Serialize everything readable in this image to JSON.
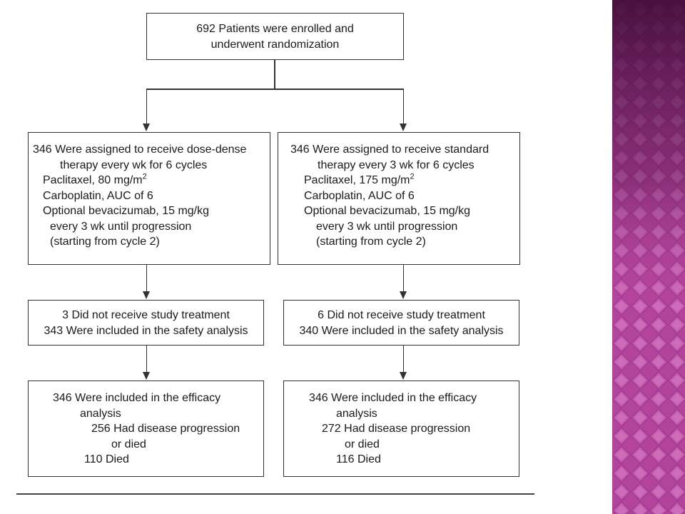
{
  "flow": {
    "enrollment": {
      "lines": [
        "692 Patients were enrolled and",
        "underwent randomization"
      ]
    },
    "dose_dense": {
      "assigned": {
        "lines": [
          "346 Were assigned to receive dose-dense",
          "therapy every wk for 6 cycles",
          "Paclitaxel, 80 mg/m",
          "Carboplatin, AUC of 6",
          "Optional bevacizumab, 15 mg/kg",
          "every 3 wk until progression",
          "(starting from cycle 2)"
        ],
        "superscript": "2"
      },
      "safety": {
        "lines": [
          "3 Did not receive study treatment",
          "343 Were included in the safety analysis"
        ]
      },
      "efficacy": {
        "lines": [
          "346 Were included in the efficacy",
          "analysis",
          "256 Had disease progression",
          "or died",
          "110 Died"
        ]
      }
    },
    "standard": {
      "assigned": {
        "lines": [
          "346 Were assigned to receive standard",
          "therapy every 3 wk for 6 cycles",
          "Paclitaxel, 175 mg/m",
          "Carboplatin, AUC of 6",
          "Optional bevacizumab, 15 mg/kg",
          "every 3 wk until progression",
          "(starting from cycle 2)"
        ],
        "superscript": "2"
      },
      "safety": {
        "lines": [
          "6 Did not receive study treatment",
          "340 Were included in the safety analysis"
        ]
      },
      "efficacy": {
        "lines": [
          "346 Were included in the efficacy",
          "analysis",
          "272 Had disease progression",
          "or died",
          "116 Died"
        ]
      }
    }
  },
  "colors": {
    "sidebar_base": "#b3449b",
    "sidebar_dark": "#3c0b34",
    "sidebar_light": "#d57fc3",
    "border": "#333333"
  }
}
